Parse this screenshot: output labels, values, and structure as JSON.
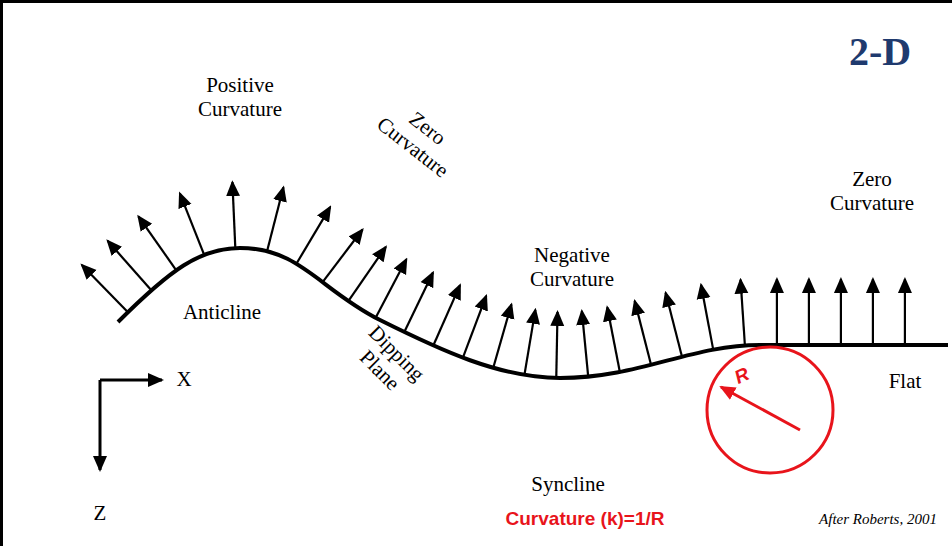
{
  "diagram": {
    "title": "2-D",
    "caption": "After Roberts, 2001",
    "nodes": [
      {
        "text": [
          "R"
        ]
      }
    ],
    "labels": [
      "Positive Curvature",
      "Zero Curvature",
      "Negative Curvature",
      "Anticline",
      "Dipping Plane",
      "Zero Curvature",
      "Flat",
      "X",
      "Z",
      "Syncline",
      "Curvature (k)=1/R"
    ]
  }
}
